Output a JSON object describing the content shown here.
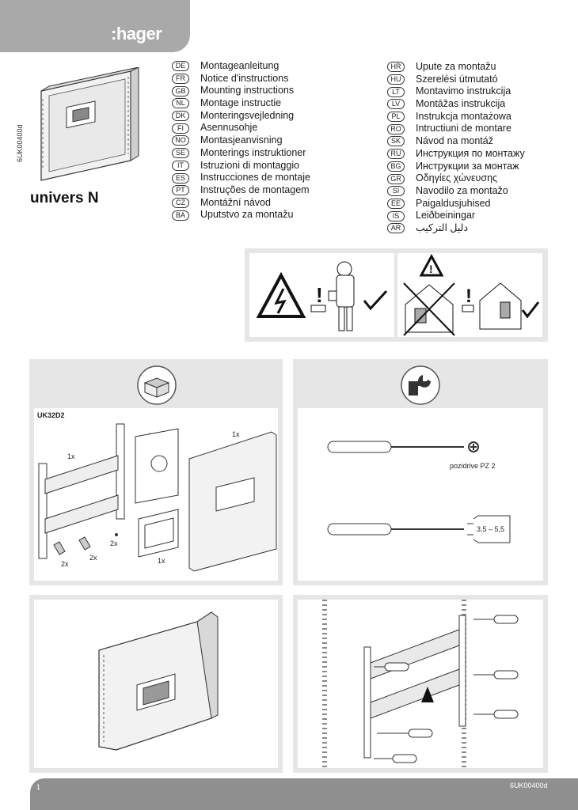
{
  "brand": {
    "logo_text": ":hager"
  },
  "document": {
    "code": "6UK00400d",
    "product_name": "univers N",
    "page_number": "1"
  },
  "languages_left": [
    {
      "code": "DE",
      "label": "Montageanleitung"
    },
    {
      "code": "FR",
      "label": "Notice d'instructions"
    },
    {
      "code": "GB",
      "label": "Mounting instructions"
    },
    {
      "code": "NL",
      "label": "Montage instructie"
    },
    {
      "code": "DK",
      "label": "Monteringsvejledning"
    },
    {
      "code": "FI",
      "label": "Asennusohje"
    },
    {
      "code": "NO",
      "label": "Montasjeanvisning"
    },
    {
      "code": "SE",
      "label": "Monterings instruktioner"
    },
    {
      "code": "IT",
      "label": "Istruzioni di montaggio"
    },
    {
      "code": "ES",
      "label": "Instrucciones de montaje"
    },
    {
      "code": "PT",
      "label": "Instruções de montagem"
    },
    {
      "code": "CZ",
      "label": "Montážní návod"
    },
    {
      "code": "BA",
      "label": "Uputstvo za montažu"
    }
  ],
  "languages_right": [
    {
      "code": "HR",
      "label": "Upute za montažu"
    },
    {
      "code": "HU",
      "label": "Szerelési útmutató"
    },
    {
      "code": "LT",
      "label": "Montavimo instrukcija"
    },
    {
      "code": "LV",
      "label": "Montāžas instrukcija"
    },
    {
      "code": "PL",
      "label": "Instrukcja montażowa"
    },
    {
      "code": "RO",
      "label": "Intructiuni de montare"
    },
    {
      "code": "SK",
      "label": "Návod na montáž"
    },
    {
      "code": "RU",
      "label": "Инструкция по монтажу"
    },
    {
      "code": "BG",
      "label": "Инструкции за монтаж"
    },
    {
      "code": "GR",
      "label": "Οδηγίες χώνευσης"
    },
    {
      "code": "SI",
      "label": "Navodilo za montažo"
    },
    {
      "code": "EE",
      "label": "Paigaldusjuhised"
    },
    {
      "code": "IS",
      "label": "Leiðbeiningar"
    },
    {
      "code": "AR",
      "label": "دليل التركيب"
    }
  ],
  "contents_panel": {
    "kit_code": "UK32D2",
    "qty_rail": "1x",
    "qty_plate_round": "1x",
    "qty_frame": "1x",
    "qty_plate_rect": "1x",
    "qty_clip_small": "2x",
    "qty_clip_a": "2x",
    "qty_clip_b": "2x"
  },
  "tools_panel": {
    "screwdriver_1_label": "pozidrive PZ 2",
    "screwdriver_2_size": "3,5 – 5,5"
  },
  "colors": {
    "panel_bg": "#e6e6e6",
    "brand_gray": "#a9a9a9",
    "footer_gray": "#8f8f8f"
  }
}
